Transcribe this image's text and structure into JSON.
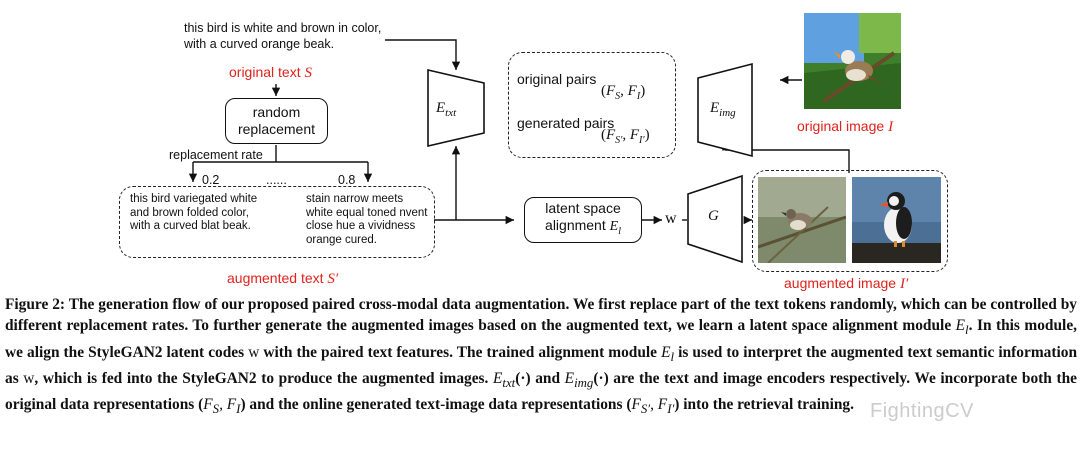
{
  "figure": {
    "sample_text": "this bird is white and brown in color, with a curved orange beak.",
    "original_text_label": "original text",
    "original_text_symbol": "S",
    "random_replacement_label": "random replacement",
    "replacement_rate_label": "replacement rate",
    "rate_low": "0.2",
    "rate_dots": "......",
    "rate_high": "0.8",
    "aug_text_1": "this bird variegated white and brown folded color, with a curved blat beak.",
    "aug_text_2": "stain narrow meets white equal toned nvent close hue a vividness orange cured.",
    "augmented_text_label": "augmented text",
    "augmented_text_symbol": "S′",
    "text_encoder_label": "E",
    "text_encoder_sub": "txt",
    "image_encoder_label": "E",
    "image_encoder_sub": "img",
    "original_pairs_label": "original pairs",
    "original_pairs_math": "(F",
    "generated_pairs_label": "generated pairs",
    "latent_label_1": "latent space",
    "latent_label_2": "alignment",
    "latent_symbol": "E",
    "latent_sub": "l",
    "w_label": "w",
    "generator_label": "G",
    "original_image_label": "original image",
    "original_image_symbol": "I",
    "augmented_image_label": "augmented image",
    "augmented_image_symbol": "I′"
  },
  "caption": {
    "text": "Figure 2: The generation flow of our proposed paired cross-modal data augmentation. We first replace part of the text tokens randomly, which can be controlled by different replacement rates. To further generate the augmented images based on the augmented text, we learn a latent space alignment module E_l. In this module, we align the StyleGAN2 latent codes w with the paired text features. The trained alignment module E_l is used to interpret the augmented text semantic information as w, which is fed into the StyleGAN2 to produce the augmented images. E_txt(·) and E_img(·) are the text and image encoders respectively. We incorporate both the original data representations (F_S, F_I) and the online generated text-image data representations (F_S′, F_I′) into the retrieval training."
  },
  "watermark": "FightingCV",
  "colors": {
    "accent_red": "#e0221c",
    "line": "#111111"
  },
  "icons": [
    "bird-photo",
    "crane-photo",
    "puffin-photo"
  ]
}
